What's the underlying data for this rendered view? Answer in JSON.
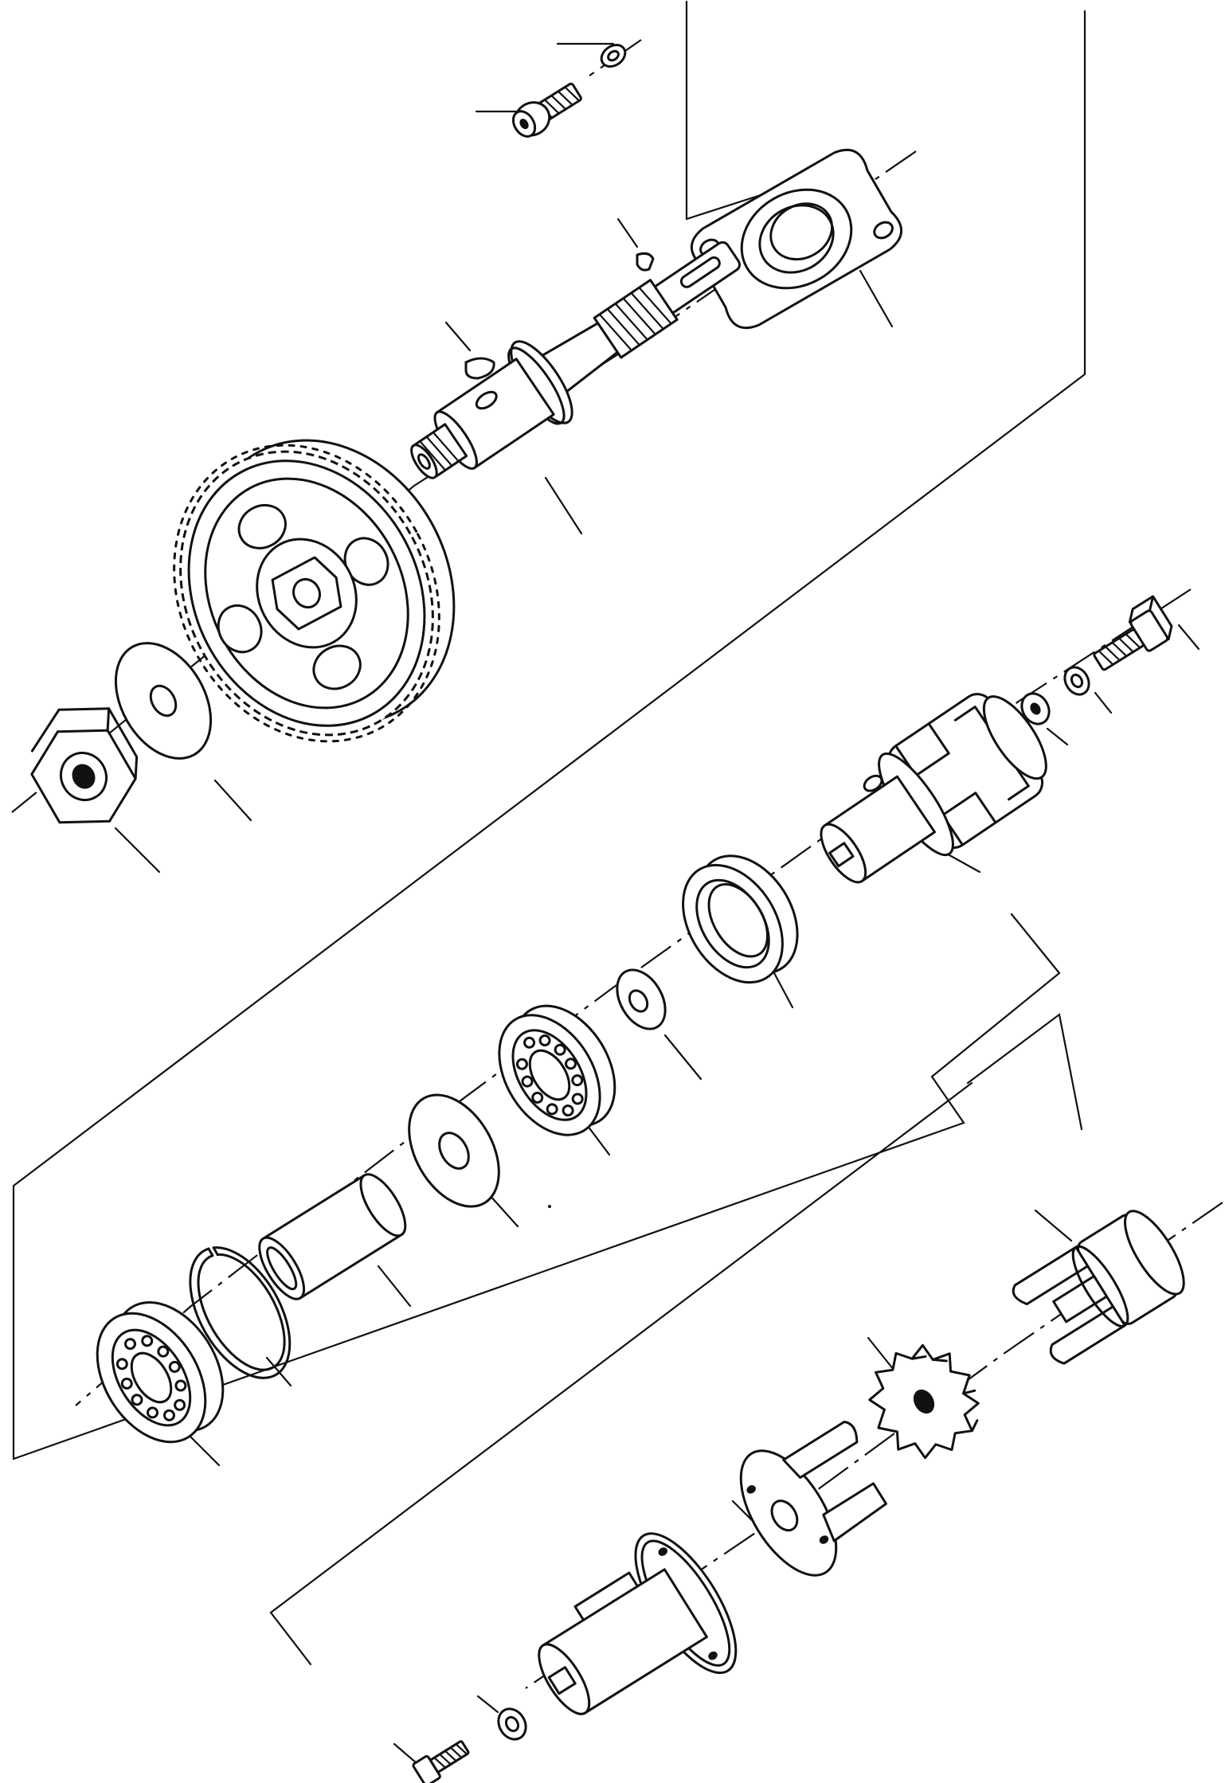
{
  "diagram": {
    "kind": "exploded parts view",
    "labels": [],
    "parts": [
      {
        "name": "lock-washer-top",
        "icon": "washer-icon"
      },
      {
        "name": "cap-screw-top",
        "icon": "bolt-icon"
      },
      {
        "name": "bearing-flange",
        "icon": "flange-icon"
      },
      {
        "name": "woodruff-key-small",
        "icon": "key-icon"
      },
      {
        "name": "woodruff-key-large",
        "icon": "key-icon"
      },
      {
        "name": "idler-shaft",
        "icon": "shaft-icon"
      },
      {
        "name": "idler-gear",
        "icon": "gear-icon"
      },
      {
        "name": "flat-washer",
        "icon": "washer-icon"
      },
      {
        "name": "hex-nut",
        "icon": "nut-icon"
      },
      {
        "name": "cap-screw-right",
        "icon": "bolt-icon"
      },
      {
        "name": "lock-washer-right",
        "icon": "washer-icon"
      },
      {
        "name": "flat-washer-small",
        "icon": "washer-icon"
      },
      {
        "name": "drive-coupling",
        "icon": "coupling-icon"
      },
      {
        "name": "ball-bearing-large",
        "icon": "bearing-icon"
      },
      {
        "name": "shim-washer",
        "icon": "washer-icon"
      },
      {
        "name": "ball-bearing-middle",
        "icon": "bearing-icon"
      },
      {
        "name": "thrust-washer",
        "icon": "washer-icon"
      },
      {
        "name": "spacer-sleeve",
        "icon": "sleeve-icon"
      },
      {
        "name": "snap-ring",
        "icon": "snap-ring-icon"
      },
      {
        "name": "ball-bearing-left",
        "icon": "bearing-icon"
      },
      {
        "name": "coupling-jaw-right",
        "icon": "jaw-coupling-icon"
      },
      {
        "name": "spider-insert",
        "icon": "spider-icon"
      },
      {
        "name": "coupling-jaw-left",
        "icon": "jaw-coupling-icon"
      },
      {
        "name": "pump-drive-hub",
        "icon": "hub-icon"
      },
      {
        "name": "lock-washer-bottom",
        "icon": "washer-icon"
      },
      {
        "name": "cap-screw-bottom",
        "icon": "bolt-icon"
      }
    ]
  }
}
